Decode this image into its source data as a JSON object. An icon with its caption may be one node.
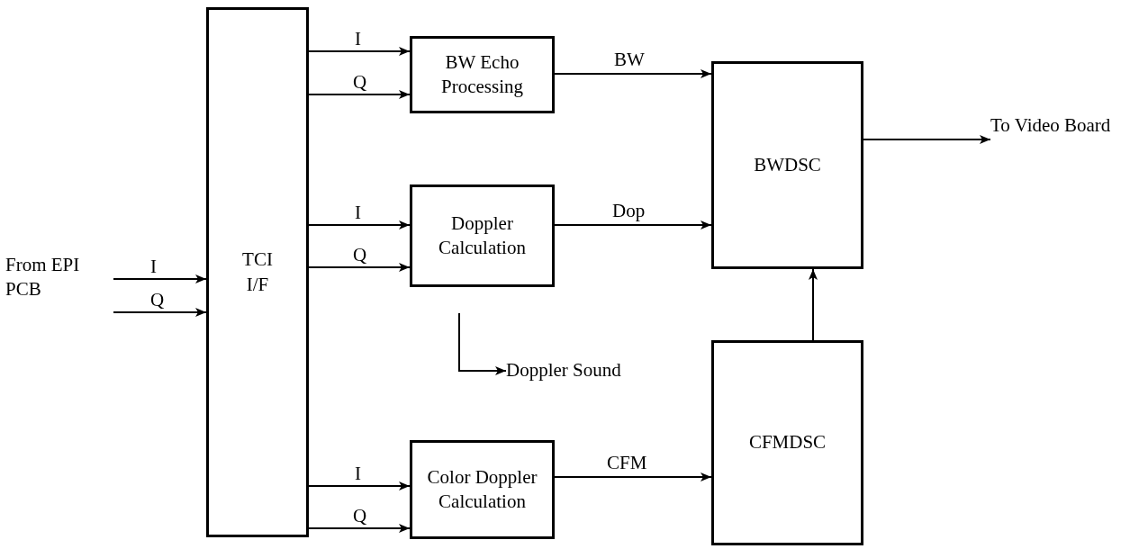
{
  "diagram": {
    "nodes": [
      {
        "text": [
          "From EPI PCB"
        ]
      },
      {
        "text": [
          "TCI I/F"
        ]
      },
      {
        "text": [
          "BW Echo Processing"
        ]
      },
      {
        "text": [
          "BWDSC"
        ]
      },
      {
        "text": [
          "To Video Board"
        ]
      },
      {
        "text": [
          "Doppler Calculation"
        ]
      },
      {
        "text": [
          "Doppler Sound"
        ]
      },
      {
        "text": [
          "Color Doppler Calculation"
        ]
      },
      {
        "text": [
          "CFMDSC"
        ]
      }
    ],
    "edges": [
      {
        "from": 0,
        "to": 1,
        "arrow": "to",
        "label": "I"
      },
      {
        "from": 0,
        "to": 1,
        "arrow": "to",
        "label": "Q"
      },
      {
        "from": 1,
        "to": 2,
        "arrow": "to",
        "label": "I"
      },
      {
        "from": 1,
        "to": 2,
        "arrow": "to",
        "label": "Q"
      },
      {
        "from": 2,
        "to": 3,
        "arrow": "to",
        "label": "BW"
      },
      {
        "from": 3,
        "to": 4,
        "arrow": "to"
      },
      {
        "from": 1,
        "to": 5,
        "arrow": "to",
        "label": "I"
      },
      {
        "from": 1,
        "to": 5,
        "arrow": "to",
        "label": "Q"
      },
      {
        "from": 5,
        "to": 3,
        "arrow": "to",
        "label": "Dop"
      },
      {
        "from": null,
        "to": 6,
        "arrow": "to"
      },
      {
        "from": 1,
        "to": 7,
        "arrow": "to",
        "label": "I"
      },
      {
        "from": 1,
        "to": 7,
        "arrow": "to",
        "label": "Q"
      },
      {
        "from": 7,
        "to": 8,
        "arrow": "to",
        "label": "CFM"
      },
      {
        "from": 8,
        "to": 3,
        "arrow": "to"
      }
    ]
  }
}
